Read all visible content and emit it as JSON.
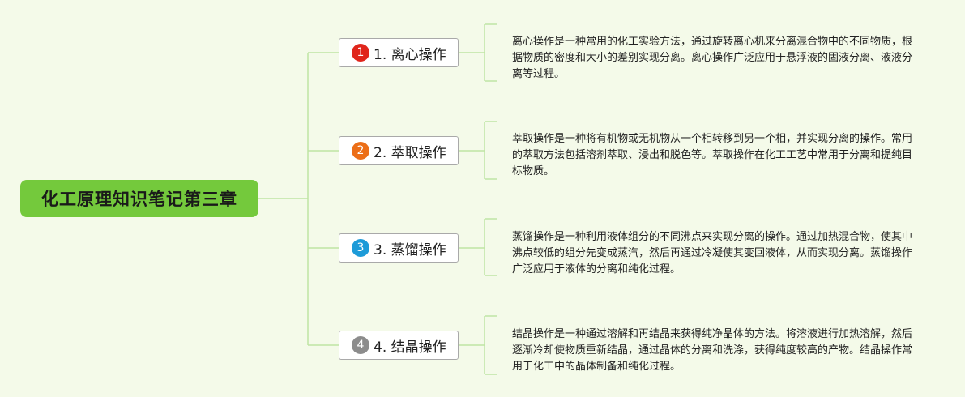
{
  "root": {
    "title": "化工原理知识笔记第三章",
    "color": "#74c93c"
  },
  "branches": [
    {
      "number": "1",
      "label": "1. 离心操作",
      "badge_color": "#e0261c",
      "description": "离心操作是一种常用的化工实验方法，通过旋转离心机来分离混合物中的不同物质，根据物质的密度和大小的差别实现分离。离心操作广泛应用于悬浮液的固液分离、液液分离等过程。"
    },
    {
      "number": "2",
      "label": "2. 萃取操作",
      "badge_color": "#ec6e17",
      "description": "萃取操作是一种将有机物或无机物从一个相转移到另一个相，并实现分离的操作。常用的萃取方法包括溶剂萃取、浸出和脱色等。萃取操作在化工工艺中常用于分离和提纯目标物质。"
    },
    {
      "number": "3",
      "label": "3. 蒸馏操作",
      "badge_color": "#1d9bd8",
      "description": "蒸馏操作是一种利用液体组分的不同沸点来实现分离的操作。通过加热混合物，使其中沸点较低的组分先变成蒸汽，然后再通过冷凝使其变回液体，从而实现分离。蒸馏操作广泛应用于液体的分离和纯化过程。"
    },
    {
      "number": "4",
      "label": "4. 结晶操作",
      "badge_color": "#8c8c8c",
      "description": "结晶操作是一种通过溶解和再结晶来获得纯净晶体的方法。将溶液进行加热溶解，然后逐渐冷却使物质重新结晶，通过晶体的分离和洗涤，获得纯度较高的产物。结晶操作常用于化工中的晶体制备和纯化过程。"
    }
  ],
  "connector_color": "#bfe4a4"
}
